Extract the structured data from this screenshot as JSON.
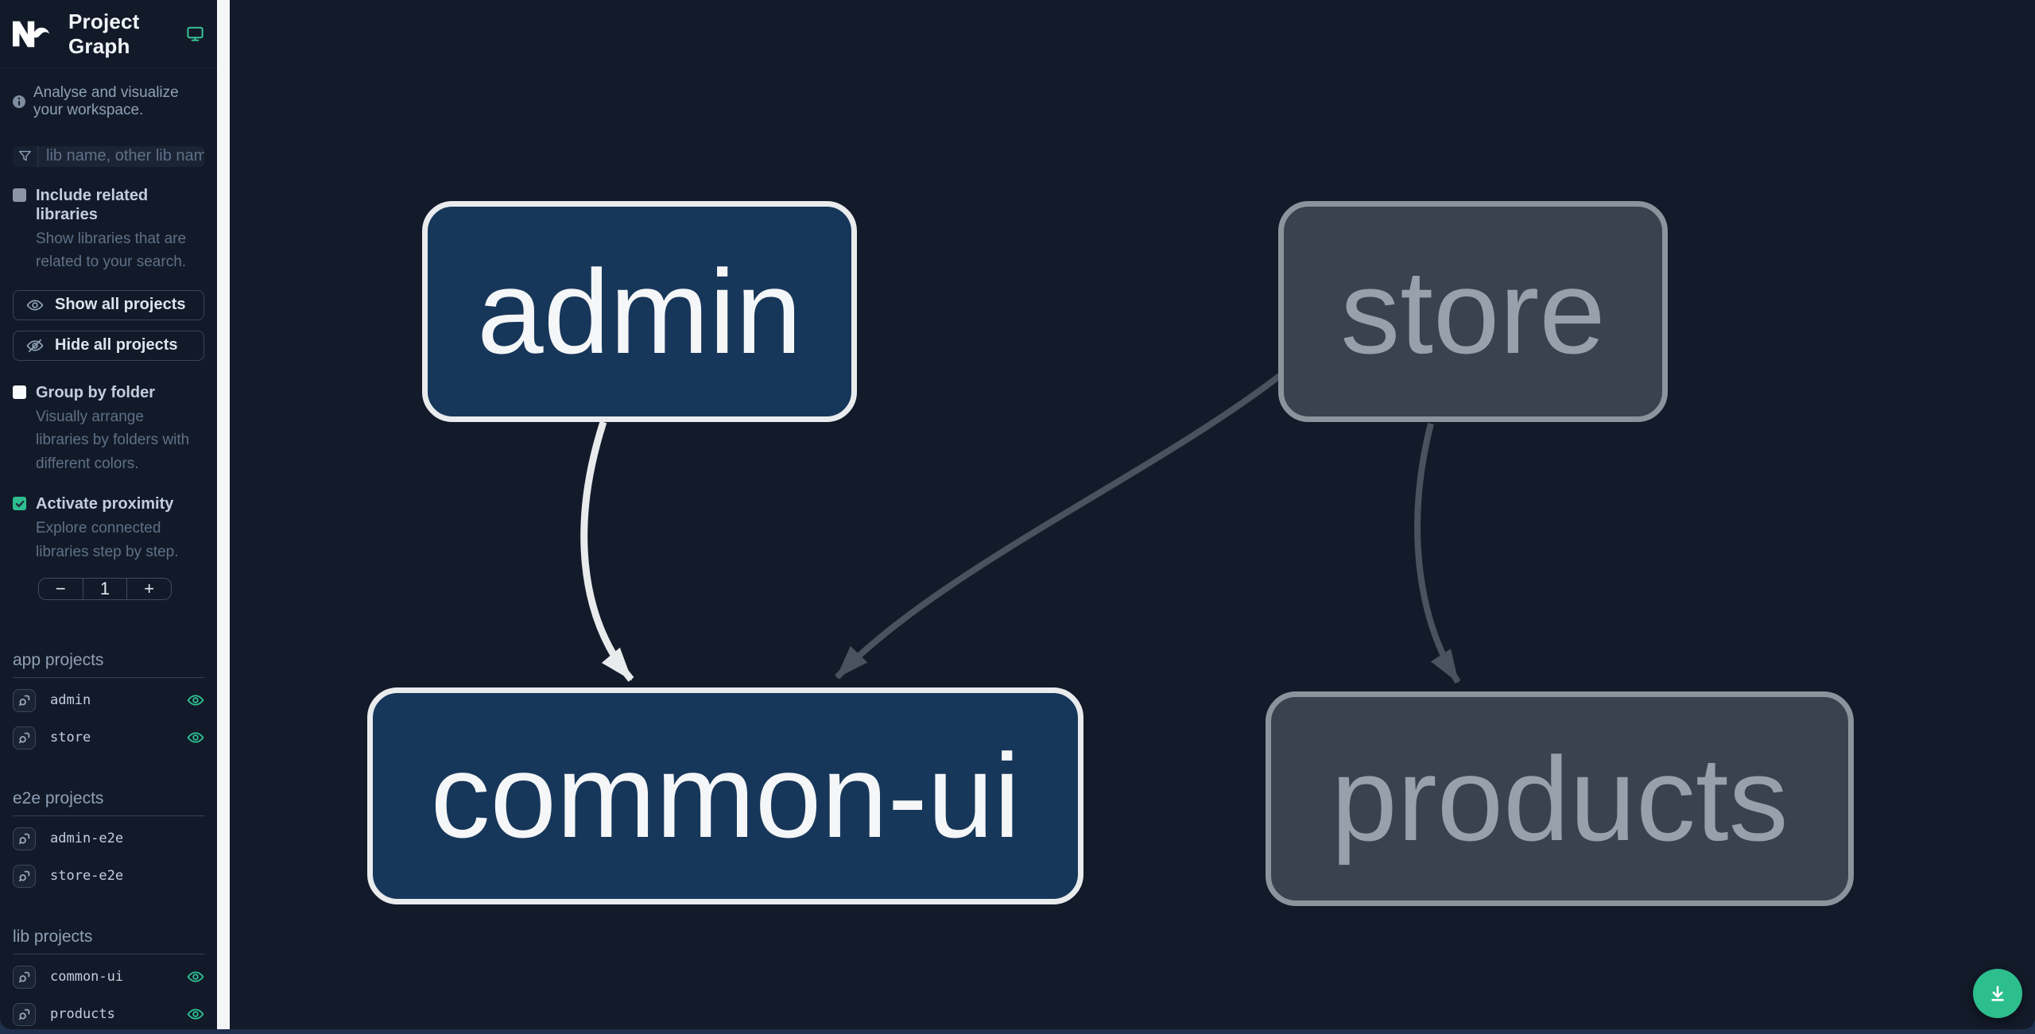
{
  "header": {
    "title": "Project Graph"
  },
  "sidebar": {
    "tagline": "Analyse and visualize your workspace.",
    "search": {
      "placeholder": "lib name, other lib name",
      "value": ""
    },
    "include_related": {
      "label": "Include related libraries",
      "description": "Show libraries that are related to your search.",
      "checked": false
    },
    "show_all_label": "Show all projects",
    "hide_all_label": "Hide all projects",
    "group_by_folder": {
      "label": "Group by folder",
      "description": "Visually arrange libraries by folders with different colors.",
      "checked": false
    },
    "activate_proximity": {
      "label": "Activate proximity",
      "description": "Explore connected libraries step by step.",
      "checked": true
    },
    "proximity": {
      "minus": "−",
      "value": "1",
      "plus": "+"
    },
    "sections": [
      {
        "title": "app projects",
        "items": [
          {
            "name": "admin",
            "eye_visible": true
          },
          {
            "name": "store",
            "eye_visible": true
          }
        ]
      },
      {
        "title": "e2e projects",
        "items": [
          {
            "name": "admin-e2e",
            "eye_visible": false
          },
          {
            "name": "store-e2e",
            "eye_visible": false
          }
        ]
      },
      {
        "title": "lib projects",
        "items": [
          {
            "name": "common-ui",
            "eye_visible": true
          },
          {
            "name": "products",
            "eye_visible": true
          }
        ]
      }
    ]
  },
  "graph": {
    "nodes": [
      {
        "id": "admin",
        "label": "admin",
        "state": "focused"
      },
      {
        "id": "store",
        "label": "store",
        "state": "unfocused"
      },
      {
        "id": "common-ui",
        "label": "common-ui",
        "state": "focused"
      },
      {
        "id": "products",
        "label": "products",
        "state": "unfocused"
      }
    ],
    "edges": [
      {
        "from": "admin",
        "to": "common-ui",
        "highlighted": true
      },
      {
        "from": "store",
        "to": "common-ui",
        "highlighted": false
      },
      {
        "from": "store",
        "to": "products",
        "highlighted": false
      }
    ]
  },
  "colors": {
    "accent_teal": "#2dbe8d",
    "canvas_bg": "#131a29",
    "sidebar_bg": "#121a29",
    "focused_node_fill": "#17375a",
    "focused_node_border": "#e9ebed",
    "unfocused_node_fill": "#3a424f",
    "unfocused_node_border": "#8d939d",
    "edge_highlight": "#e8eaec",
    "edge_muted": "#49525e"
  }
}
